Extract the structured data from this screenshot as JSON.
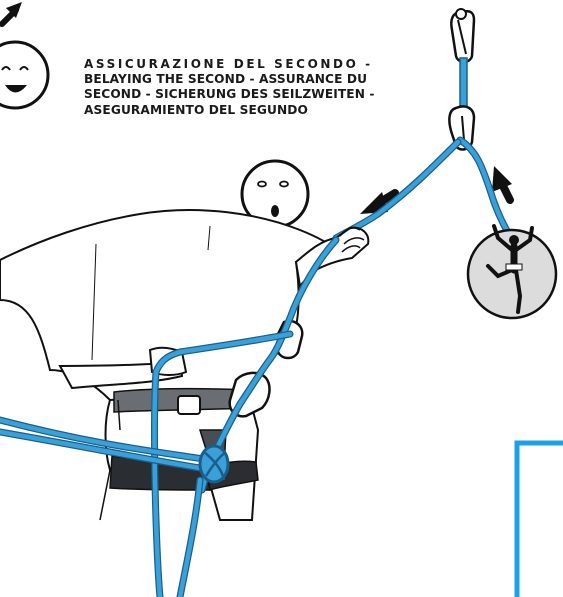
{
  "caption": {
    "line1": "ASSICURAZIONE DEL SECONDO -",
    "line2": "BELAYING THE SECOND - ASSURANCE DU",
    "line3": "SECOND -  SICHERUNG DES SEILZWEITEN -",
    "line4": "ASEGURAMIENTO DEL SEGUNDO"
  },
  "colors": {
    "rope": "#3aa0d8",
    "rope_dark": "#1a5f8c",
    "harness": "#6a6e72",
    "frame": "#1ea0e6",
    "ink": "#111111"
  },
  "icons": [
    "smiley-face-icon",
    "smiley-face-icon",
    "climber-icon",
    "arrow-icon"
  ]
}
